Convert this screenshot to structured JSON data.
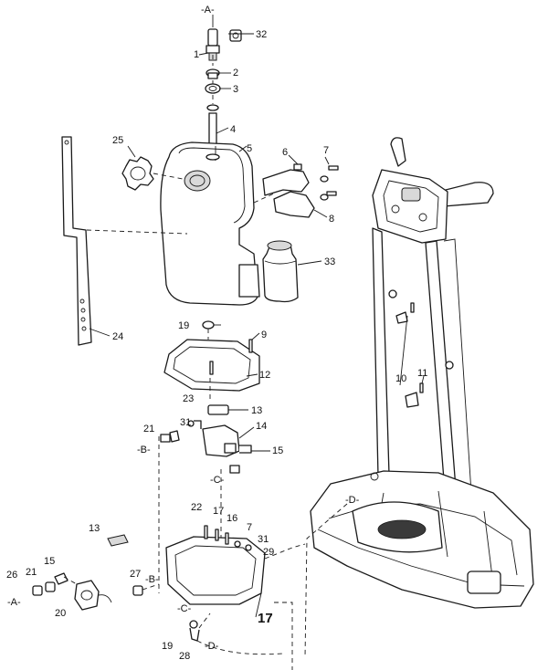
{
  "callouts": [
    {
      "id": "1",
      "text": "1"
    },
    {
      "id": "2",
      "text": "2"
    },
    {
      "id": "3",
      "text": "3"
    },
    {
      "id": "4",
      "text": "4"
    },
    {
      "id": "5",
      "text": "5"
    },
    {
      "id": "6",
      "text": "6"
    },
    {
      "id": "7a",
      "text": "7"
    },
    {
      "id": "7b",
      "text": "7"
    },
    {
      "id": "8",
      "text": "8"
    },
    {
      "id": "9",
      "text": "9"
    },
    {
      "id": "10",
      "text": "10"
    },
    {
      "id": "11",
      "text": "11"
    },
    {
      "id": "12",
      "text": "12"
    },
    {
      "id": "13a",
      "text": "13"
    },
    {
      "id": "13b",
      "text": "13"
    },
    {
      "id": "14",
      "text": "14"
    },
    {
      "id": "15a",
      "text": "15"
    },
    {
      "id": "15b",
      "text": "15"
    },
    {
      "id": "16",
      "text": "16"
    },
    {
      "id": "17a",
      "text": "17"
    },
    {
      "id": "17b",
      "text": "17"
    },
    {
      "id": "19a",
      "text": "19"
    },
    {
      "id": "19b",
      "text": "19"
    },
    {
      "id": "20",
      "text": "20"
    },
    {
      "id": "21a",
      "text": "21"
    },
    {
      "id": "21b",
      "text": "21"
    },
    {
      "id": "22",
      "text": "22"
    },
    {
      "id": "23",
      "text": "23"
    },
    {
      "id": "24",
      "text": "24"
    },
    {
      "id": "25",
      "text": "25"
    },
    {
      "id": "26",
      "text": "26"
    },
    {
      "id": "27",
      "text": "27"
    },
    {
      "id": "28",
      "text": "28"
    },
    {
      "id": "29",
      "text": "29"
    },
    {
      "id": "31a",
      "text": "31"
    },
    {
      "id": "31b",
      "text": "31"
    },
    {
      "id": "32",
      "text": "32"
    },
    {
      "id": "33",
      "text": "33"
    }
  ],
  "connectors": [
    {
      "id": "A-top",
      "text": "-A-"
    },
    {
      "id": "A-left",
      "text": "-A-"
    },
    {
      "id": "B-left",
      "text": "-B-"
    },
    {
      "id": "B-bottom",
      "text": "-B-"
    },
    {
      "id": "C-mid",
      "text": "-C-"
    },
    {
      "id": "C-bottom",
      "text": "-C-"
    },
    {
      "id": "D-base",
      "text": "-D-"
    },
    {
      "id": "D-bottom",
      "text": "-D-"
    }
  ]
}
